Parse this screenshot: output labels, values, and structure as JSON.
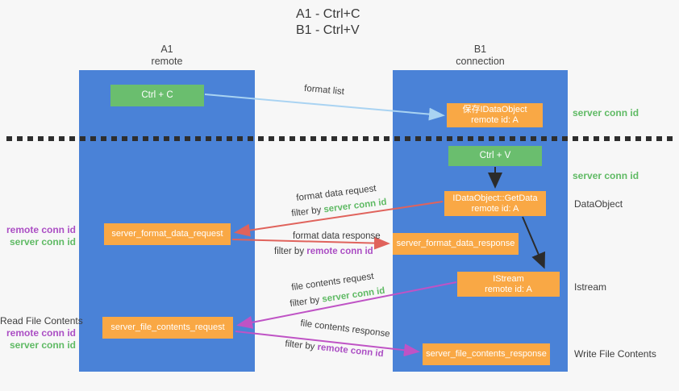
{
  "title": {
    "line1": "A1 - Ctrl+C",
    "line2": "B1 - Ctrl+V"
  },
  "lifelines": {
    "a1": {
      "name": "A1",
      "subtitle": "remote"
    },
    "b1": {
      "name": "B1",
      "subtitle": "connection"
    }
  },
  "nodes": {
    "ctrl_c": {
      "label": "Ctrl + C"
    },
    "ctrl_v": {
      "label": "Ctrl + V"
    },
    "save_dataobject": {
      "line1": "保存IDataObject",
      "line2": "remote id: A"
    },
    "getdata": {
      "line1": "IDataObject::GetData",
      "line2": "remote id: A"
    },
    "istream": {
      "line1": "IStream",
      "line2": "remote id: A"
    },
    "format_request": {
      "label": "server_format_data_request"
    },
    "format_response": {
      "label": "server_format_data_response"
    },
    "file_request": {
      "label": "server_file_contents_request"
    },
    "file_response": {
      "label": "server_file_contents_response"
    }
  },
  "edge_labels": {
    "format_list": "format list",
    "format_data_request": "format data request",
    "format_data_response": "format data response",
    "file_contents_request": "file contents request",
    "file_contents_response": "file contents response",
    "filter_by": "filter by ",
    "server_conn_id": "server conn id",
    "remote_conn_id": "remote conn id"
  },
  "side_labels": {
    "right_server_conn_id_1": "server conn id",
    "right_server_conn_id_2": "server conn id",
    "right_dataobject": "DataObject",
    "right_istream": "Istream",
    "right_write_file": "Write File Contents",
    "left_remote_conn_id_1": "remote conn id",
    "left_server_conn_id_1": "server conn id",
    "left_read_file": "Read File Contents",
    "left_remote_conn_id_2": "remote conn id",
    "left_server_conn_id_2": "server conn id"
  },
  "colors": {
    "background": "#f7f7f7",
    "column_blue": "#4a82d7",
    "box_green": "#6abe6e",
    "box_orange": "#f9a845",
    "arrow_lightblue": "#a9d3f2",
    "arrow_red": "#e0635c",
    "arrow_magenta": "#bf53c5",
    "arrow_black": "#2b2b2b",
    "text_green": "#5fba64",
    "text_purple": "#ab4ec4",
    "text_dark": "#3d3d3d"
  }
}
